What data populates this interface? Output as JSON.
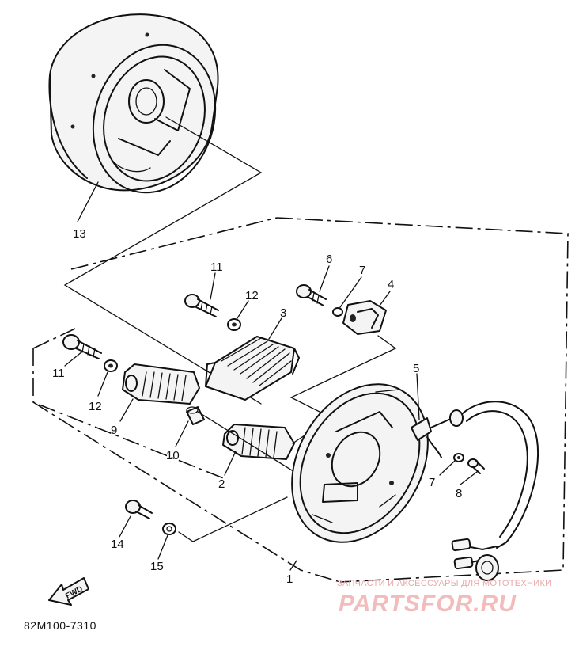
{
  "diagram": {
    "part_code": "82M100-7310",
    "fwd_label": "FWD",
    "callouts": {
      "c1": "1",
      "c2": "2",
      "c3": "3",
      "c4": "4",
      "c5": "5",
      "c6": "6",
      "c7a": "7",
      "c7b": "7",
      "c8": "8",
      "c9": "9",
      "c10": "10",
      "c11a": "11",
      "c11b": "11",
      "c12a": "12",
      "c12b": "12",
      "c13": "13",
      "c14": "14",
      "c15": "15"
    }
  },
  "watermark": {
    "tagline": "ЗАПЧАСТИ И АКСЕССУАРЫ ДЛЯ МОТОТЕХНИКИ",
    "logo": "PARTSFOR.RU"
  },
  "colors": {
    "ink": "#111111",
    "background": "#ffffff",
    "watermark": "#f2bcbc"
  }
}
